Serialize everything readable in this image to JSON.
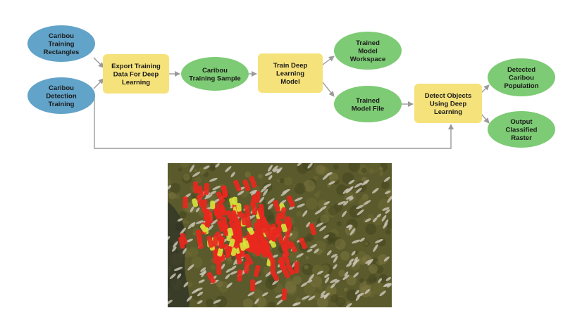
{
  "colors": {
    "input": "#62a3c9",
    "tool": "#f6e27a",
    "output": "#7dcb74",
    "connector": "#9a9a9a",
    "terrain": "#5a5a2c",
    "caribou": "#c9c2b4",
    "detection": "#e8281e",
    "sample": "#d7e63a"
  },
  "nodes": [
    {
      "id": "caribou-training-rectangles",
      "shape": "ellipse",
      "kind": "input",
      "lines": [
        "Caribou",
        "Training",
        "Rectangles"
      ]
    },
    {
      "id": "caribou-detection-training",
      "shape": "ellipse",
      "kind": "input",
      "lines": [
        "Caribou",
        "Detection",
        "Training"
      ]
    },
    {
      "id": "export-training-data",
      "shape": "rect",
      "kind": "tool",
      "lines": [
        "Export Training",
        "Data For Deep",
        "Learning"
      ]
    },
    {
      "id": "caribou-training-sample",
      "shape": "ellipse",
      "kind": "output",
      "lines": [
        "Caribou",
        "Training Sample"
      ]
    },
    {
      "id": "train-deep-learning-model",
      "shape": "rect",
      "kind": "tool",
      "lines": [
        "Train Deep",
        "Learning",
        "Model"
      ]
    },
    {
      "id": "trained-model-workspace",
      "shape": "ellipse",
      "kind": "output",
      "lines": [
        "Trained",
        "Model",
        "Workspace"
      ]
    },
    {
      "id": "trained-model-file",
      "shape": "ellipse",
      "kind": "output",
      "lines": [
        "Trained",
        "Model File"
      ]
    },
    {
      "id": "detect-objects",
      "shape": "rect",
      "kind": "tool",
      "lines": [
        "Detect Objects",
        "Using Deep",
        "Learning"
      ]
    },
    {
      "id": "detected-caribou-population",
      "shape": "ellipse",
      "kind": "output",
      "lines": [
        "Detected",
        "Caribou",
        "Population"
      ]
    },
    {
      "id": "output-classified-raster",
      "shape": "ellipse",
      "kind": "output",
      "lines": [
        "Output",
        "Classified",
        "Raster"
      ]
    }
  ],
  "edges": [
    {
      "from": "caribou-training-rectangles",
      "to": "export-training-data"
    },
    {
      "from": "caribou-detection-training",
      "to": "export-training-data"
    },
    {
      "from": "export-training-data",
      "to": "caribou-training-sample"
    },
    {
      "from": "caribou-training-sample",
      "to": "train-deep-learning-model"
    },
    {
      "from": "train-deep-learning-model",
      "to": "trained-model-workspace"
    },
    {
      "from": "train-deep-learning-model",
      "to": "trained-model-file"
    },
    {
      "from": "trained-model-file",
      "to": "detect-objects"
    },
    {
      "from": "caribou-detection-training",
      "to": "detect-objects"
    },
    {
      "from": "detect-objects",
      "to": "detected-caribou-population"
    },
    {
      "from": "detect-objects",
      "to": "output-classified-raster"
    }
  ]
}
